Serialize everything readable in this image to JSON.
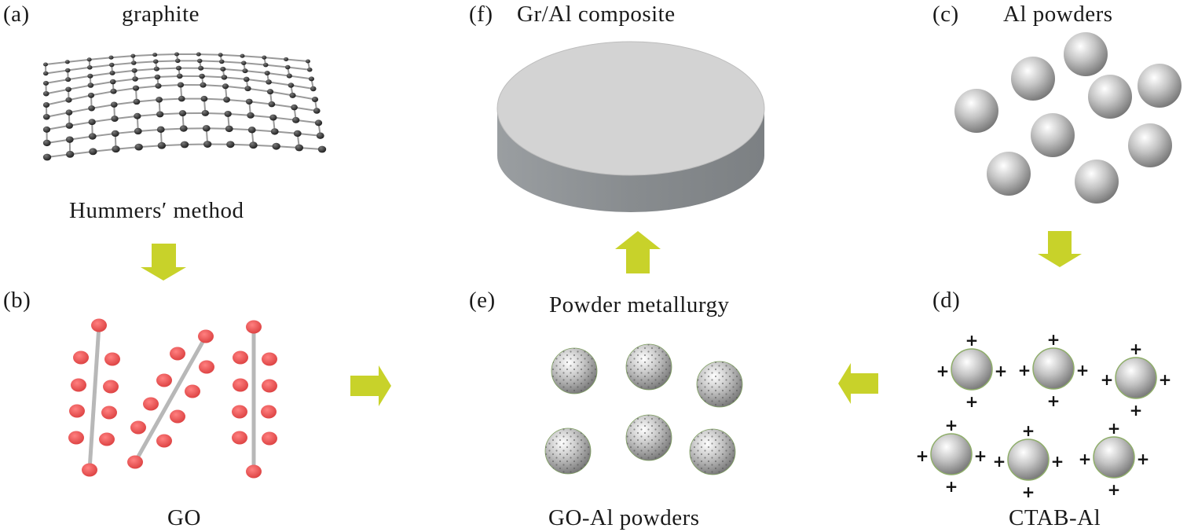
{
  "panels": {
    "a": {
      "letter": "(a)",
      "title": "graphite",
      "caption": "Hummers′ method"
    },
    "b": {
      "letter": "(b)",
      "caption": "GO"
    },
    "c": {
      "letter": "(c)",
      "title": "Al powders"
    },
    "d": {
      "letter": "(d)",
      "caption": "CTAB-Al",
      "charge_symbol": "+"
    },
    "e": {
      "letter": "(e)",
      "title": "Powder metallurgy",
      "caption": "GO-Al powders"
    },
    "f": {
      "letter": "(f)",
      "title": "Gr/Al composite"
    }
  },
  "colors": {
    "arrow": "#c8d22a",
    "go_atom": "#e04848",
    "graphite_atom": "#262626",
    "sphere": "#9a9a9a",
    "disc_top": "#d4d4d4",
    "disc_side": "#8e9294"
  },
  "flow": [
    "a",
    "b",
    "e",
    "f",
    "c",
    "d",
    "e"
  ]
}
